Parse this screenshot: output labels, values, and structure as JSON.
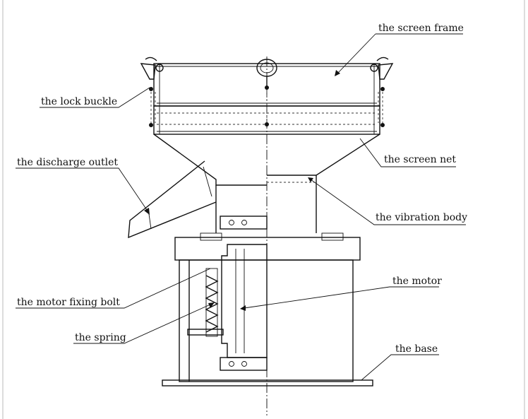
{
  "labels": {
    "screen_frame": "the screen frame",
    "lock_buckle": "the lock buckle",
    "discharge_outlet": "the discharge outlet",
    "screen_net": "the screen net",
    "vibration_body": "the vibration body",
    "motor": "the motor",
    "motor_fixing_bolt": "the motor fixing bolt",
    "spring": "the spring",
    "base": "the base"
  }
}
